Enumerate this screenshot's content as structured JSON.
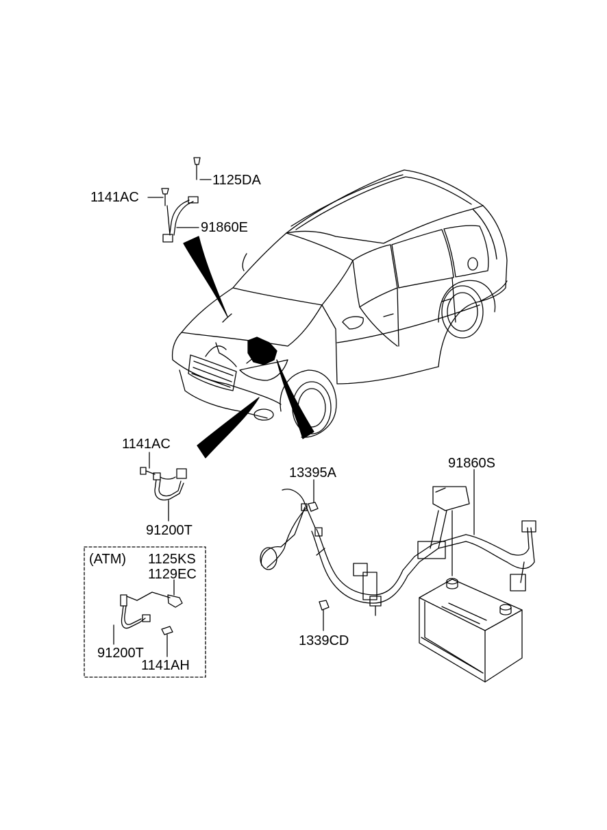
{
  "labels": {
    "top_bolt_right": "1125DA",
    "top_bolt_left": "1141AC",
    "engine_ground_cable": "91860E",
    "mid_bolt": "1141AC",
    "battery_ground_cable": "91200T",
    "harness_nut": "13395A",
    "battery_cable": "91860S",
    "lower_nut": "1339CD",
    "atm_title": "(ATM)",
    "atm_bolt_1": "1125KS",
    "atm_bolt_2": "1129EC",
    "atm_cable": "91200T",
    "atm_bolt_3": "1141AH"
  }
}
